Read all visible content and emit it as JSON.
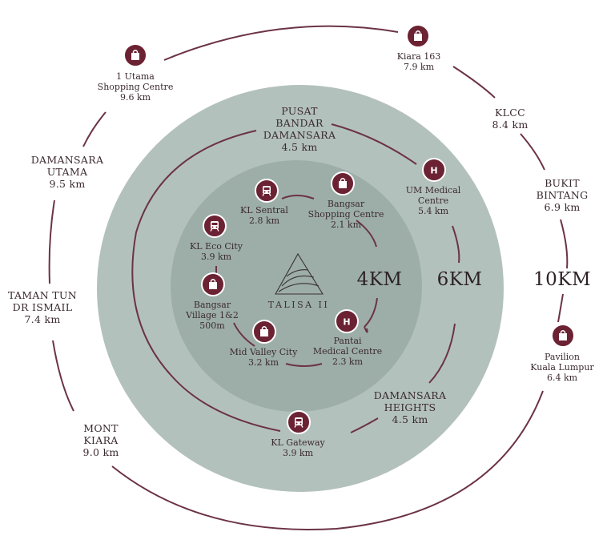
{
  "center": {
    "brand": "TALISA II",
    "logo_icon": "mountain-logo-icon"
  },
  "rings": [
    {
      "label": "4KM"
    },
    {
      "label": "6KM"
    },
    {
      "label": "10KM"
    }
  ],
  "colors": {
    "outer_zone": "#b3c1bc",
    "inner_zone": "#9daea8",
    "pin": "#6b2233",
    "path": "#6b3344"
  },
  "places": [
    {
      "id": "kl-sentral",
      "lines": [
        "KL Sentral"
      ],
      "distance": "2.8 km",
      "icon": "train-icon"
    },
    {
      "id": "bangsar-shopping-centre",
      "lines": [
        "Bangsar",
        "Shopping Centre"
      ],
      "distance": "2.1 km",
      "icon": "shopping-bag-icon"
    },
    {
      "id": "kl-eco-city",
      "lines": [
        "KL Eco City"
      ],
      "distance": "3.9 km",
      "icon": "train-icon"
    },
    {
      "id": "bangsar-village",
      "lines": [
        "Bangsar",
        "Village 1&2"
      ],
      "distance": "500m",
      "icon": "shopping-bag-icon"
    },
    {
      "id": "mid-valley-city",
      "lines": [
        "Mid Valley City"
      ],
      "distance": "3.2 km",
      "icon": "shopping-bag-icon"
    },
    {
      "id": "pantai-medical-centre",
      "lines": [
        "Pantai",
        "Medical Centre"
      ],
      "distance": "2.3 km",
      "icon": "hospital-icon"
    },
    {
      "id": "um-medical-centre",
      "lines": [
        "UM Medical",
        "Centre"
      ],
      "distance": "5.4 km",
      "icon": "hospital-icon"
    },
    {
      "id": "pusat-bandar-damansara",
      "lines": [
        "PUSAT",
        "BANDAR",
        "DAMANSARA"
      ],
      "distance": "4.5 km",
      "icon": ""
    },
    {
      "id": "damansara-heights",
      "lines": [
        "DAMANSARA",
        "HEIGHTS"
      ],
      "distance": "4.5 km",
      "icon": ""
    },
    {
      "id": "kl-gateway",
      "lines": [
        "KL Gateway"
      ],
      "distance": "3.9 km",
      "icon": "train-icon"
    },
    {
      "id": "1-utama",
      "lines": [
        "1 Utama",
        "Shopping Centre"
      ],
      "distance": "9.6 km",
      "icon": "shopping-bag-icon"
    },
    {
      "id": "kiara-163",
      "lines": [
        "Kiara 163"
      ],
      "distance": "7.9 km",
      "icon": "shopping-bag-icon"
    },
    {
      "id": "klcc",
      "lines": [
        "KLCC"
      ],
      "distance": "8.4 km",
      "icon": ""
    },
    {
      "id": "bukit-bintang",
      "lines": [
        "BUKIT",
        "BINTANG"
      ],
      "distance": "6.9 km",
      "icon": ""
    },
    {
      "id": "damansara-utama",
      "lines": [
        "DAMANSARA",
        "UTAMA"
      ],
      "distance": "9.5 km",
      "icon": ""
    },
    {
      "id": "taman-tun-dr-ismail",
      "lines": [
        "TAMAN TUN",
        "DR ISMAIL"
      ],
      "distance": "7.4 km",
      "icon": ""
    },
    {
      "id": "mont-kiara",
      "lines": [
        "MONT",
        "KIARA"
      ],
      "distance": "9.0 km",
      "icon": ""
    },
    {
      "id": "pavilion-kuala-lumpur",
      "lines": [
        "Pavilion",
        "Kuala Lumpur"
      ],
      "distance": "6.4 km",
      "icon": "shopping-bag-icon"
    }
  ]
}
